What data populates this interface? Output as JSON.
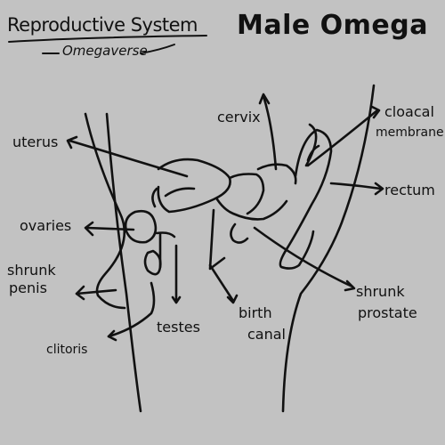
{
  "title": {
    "main": "Reproductive System",
    "sub": "Omegaverse",
    "right": "Male Omega"
  },
  "labels": {
    "uterus": "uterus",
    "ovaries": "ovaries",
    "shrunk_penis_line1": "shrunk",
    "shrunk_penis_line2": "penis",
    "clitoris": "clitoris",
    "testes": "testes",
    "birth_canal_line1": "birth",
    "birth_canal_line2": "canal",
    "cervix": "cervix",
    "cloacal_membrane_line1": "cloacal",
    "cloacal_membrane_line2": "membrane",
    "rectum": "rectum",
    "shrunk_prostate_line1": "shrunk",
    "shrunk_prostate_line2": "prostate"
  },
  "colors": {
    "background": "#c2c2c2",
    "ink": "#111111"
  }
}
